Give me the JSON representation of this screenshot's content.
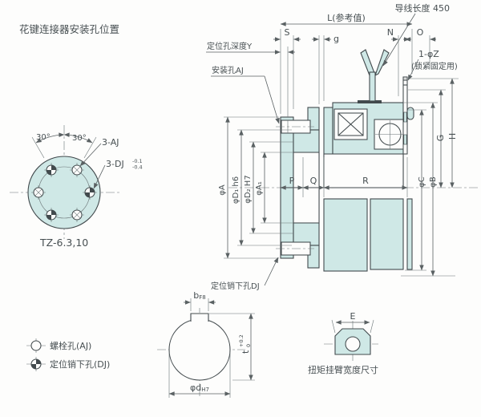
{
  "title": "花键连接器安装孔位置",
  "colors": {
    "part_fill": "#cfe8e6",
    "line": "#424a4d",
    "dim_line": "#5a6163",
    "text": "#474f52"
  },
  "spline_view": {
    "angle_left": "30°",
    "angle_right": "30°",
    "bolt_holes": "3-AJ",
    "dowel_holes": "3-DJ",
    "dowel_tol_upper": "-0.1",
    "dowel_tol_lower": "-0.4",
    "model": "TZ-6.3,10"
  },
  "section_view": {
    "lead_wire": "导线长度 450",
    "length_ref": "L(参考值)",
    "dims": {
      "S": "S",
      "g": "g",
      "N": "N",
      "O": "O",
      "P": "P",
      "Q": "Q",
      "R": "R",
      "G": "G",
      "H": "H"
    },
    "pilot_hole_depth": "定位孔深度Y",
    "mount_hole": "安装孔AJ",
    "lock_hole": "1-φZ",
    "lock_hole_note": "(锁紧固定用)",
    "dia_A": "φA",
    "dia_D1": "φD₁ h6",
    "dia_D2": "φD₂ H7",
    "dia_A1": "φA₁",
    "dia_C": "φC",
    "dia_B": "φB",
    "dowel_pilot_hole": "定位销下孔DJ"
  },
  "bore_view": {
    "key_width": "b",
    "key_width_fit": "F8",
    "key_depth": "t",
    "key_depth_tol_upper": "+0.2",
    "key_depth_tol_lower": "0",
    "bore_dia": "φd",
    "bore_dia_fit": "H7"
  },
  "torque_arm_view": {
    "width": "E",
    "caption": "扭矩挂臂宽度尺寸"
  },
  "legend": {
    "bolt_hole": "螺栓孔(AJ)",
    "dowel_hole": "定位销下孔(DJ)"
  }
}
